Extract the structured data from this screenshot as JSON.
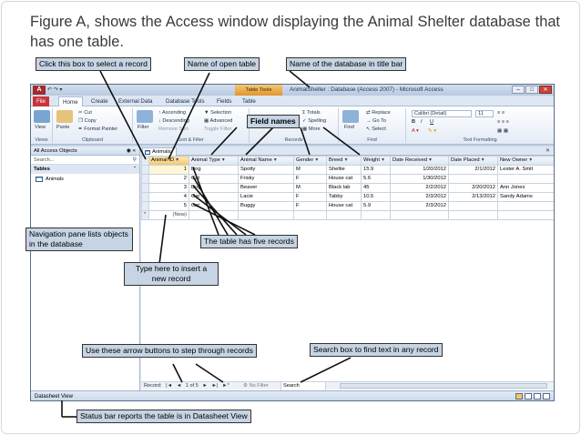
{
  "heading": "Figure A, shows the Access window displaying the Animal Shelter database that has one table.",
  "window": {
    "app_logo": "A",
    "quick_access": "↶ ↷ ▾",
    "table_tools": "Table Tools",
    "title": "AnimalShelter : Database (Access 2007) - Microsoft Access",
    "controls": [
      "–",
      "□",
      "✕"
    ]
  },
  "ribbon_tabs": [
    "File",
    "Home",
    "Create",
    "External Data",
    "Database Tools",
    "Fields",
    "Table"
  ],
  "ribbon": {
    "views": {
      "view": "View",
      "label": "Views"
    },
    "clipboard": {
      "paste": "Paste",
      "cut": "Cut",
      "copy": "Copy",
      "format_painter": "Format Painter",
      "label": "Clipboard"
    },
    "sort_filter": {
      "filter": "Filter",
      "ascending": "Ascending",
      "descending": "Descending",
      "remove_sort": "Remove Sort",
      "selection": "Selection",
      "advanced": "Advanced",
      "toggle_filter": "Toggle Filter",
      "label": "Sort & Filter"
    },
    "records": {
      "totals": "Totals",
      "spelling": "Spelling",
      "more": "More",
      "label": "Records"
    },
    "find": {
      "find": "Find",
      "replace": "Replace",
      "goto": "Go To",
      "select": "Select",
      "label": "Find"
    },
    "text_formatting": {
      "font": "Calibri (Detail)",
      "size": "11",
      "bold": "B",
      "italic": "I",
      "underline": "U",
      "label": "Text Formatting"
    }
  },
  "nav_pane": {
    "header": "All Access Objects",
    "search_placeholder": "Search...",
    "group": "Tables",
    "items": [
      "Animals"
    ]
  },
  "doc_tab": "Animals",
  "grid": {
    "columns": [
      "Animal ID",
      "Animal Type",
      "Animal Name",
      "Gender",
      "Breed",
      "Weight",
      "Date Received",
      "Date Placed",
      "New Owner"
    ],
    "rows": [
      [
        "1",
        "Dog",
        "Spotty",
        "M",
        "Sheltie",
        "15.9",
        "1/20/2012",
        "2/1/2012",
        "Lester A. Smit"
      ],
      [
        "2",
        "Cat",
        "Frisky",
        "F",
        "House cat",
        "5.6",
        "1/30/2012",
        "",
        ""
      ],
      [
        "3",
        "Dog",
        "Beaver",
        "M",
        "Black lab",
        "45",
        "2/2/2012",
        "2/20/2012",
        "Ann Jones"
      ],
      [
        "4",
        "Cat",
        "Lacie",
        "F",
        "Tabby",
        "10.5",
        "2/3/2012",
        "2/13/2012",
        "Sandy Adams"
      ],
      [
        "5",
        "Cat",
        "Buggy",
        "F",
        "House cat",
        "5.9",
        "2/3/2012",
        "",
        ""
      ]
    ],
    "new_row": "(New)"
  },
  "record_nav": {
    "label": "Record:",
    "first": "|◄",
    "prev": "◄",
    "position": "1 of 5",
    "next": "►",
    "last": "►|",
    "new": "►*",
    "no_filter": "No Filter",
    "search": "Search"
  },
  "status_bar": "Datasheet View",
  "callouts": {
    "select_record": "Click this box to select a record",
    "open_table": "Name of open table",
    "db_name": "Name of the database in title bar",
    "field_names": "Field names",
    "nav_pane": "Navigation pane lists objects in the database",
    "five_records": "The table has five records",
    "new_record": "Type here to insert a new record",
    "arrow_buttons": "Use these arrow buttons to step through records",
    "search_box": "Search box to find text in any record",
    "status": "Status bar reports the table is in Datasheet View"
  },
  "colors": {
    "callout_fill": "#c6d4e4",
    "title_accent": "#c7363a",
    "table_tools": "#e8a640"
  }
}
